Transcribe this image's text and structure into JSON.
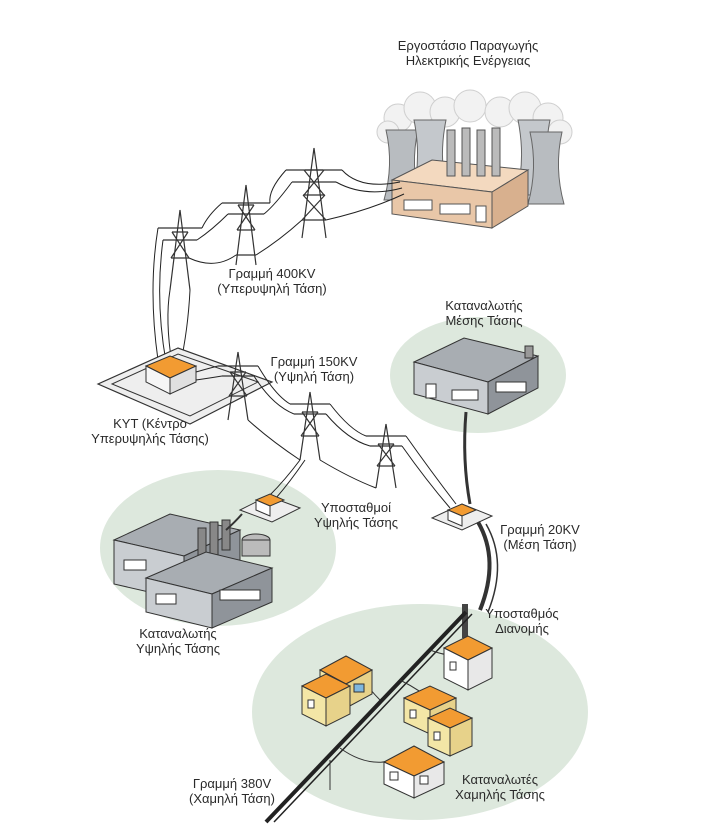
{
  "labels": {
    "plant": {
      "line1": "Εργοστάσιο Παραγωγής",
      "line2": "Ηλεκτρικής Ενέργειας"
    },
    "line400": {
      "line1": "Γραμμή 400KV",
      "line2": "(Υπερυψηλή Τάση)"
    },
    "kyt": {
      "line1": "ΚΥΤ (Κέντρο",
      "line2": "Υπερυψηλής Τάσης)"
    },
    "line150": {
      "line1": "Γραμμή 150KV",
      "line2": "(Υψηλή Τάση)"
    },
    "medium_consumer": {
      "line1": "Καταναλωτής",
      "line2": "Μέσης Τάσης"
    },
    "hv_substations": {
      "line1": "Υποσταθμοί",
      "line2": "Υψηλής Τάσης"
    },
    "line20": {
      "line1": "Γραμμή 20KV",
      "line2": "(Μέση Τάση)"
    },
    "high_consumer": {
      "line1": "Καταναλωτής",
      "line2": "Υψηλής Τάσης"
    },
    "distribution": {
      "line1": "Υποσταθμός",
      "line2": "Διανομής"
    },
    "line380": {
      "line1": "Γραμμή 380V",
      "line2": "(Χαμηλή Τάση)"
    },
    "low_consumers": {
      "line1": "Καταναλωτές",
      "line2": "Χαμηλής Τάσης"
    }
  },
  "colors": {
    "building_gray": "#8f949a",
    "building_light": "#c9cdd1",
    "factory_wall": "#e9c7a8",
    "roof_orange": "#f29b32",
    "house_wall": "#f3e6a6",
    "zone_green": "#dde8dd",
    "line_dark": "#333333"
  }
}
